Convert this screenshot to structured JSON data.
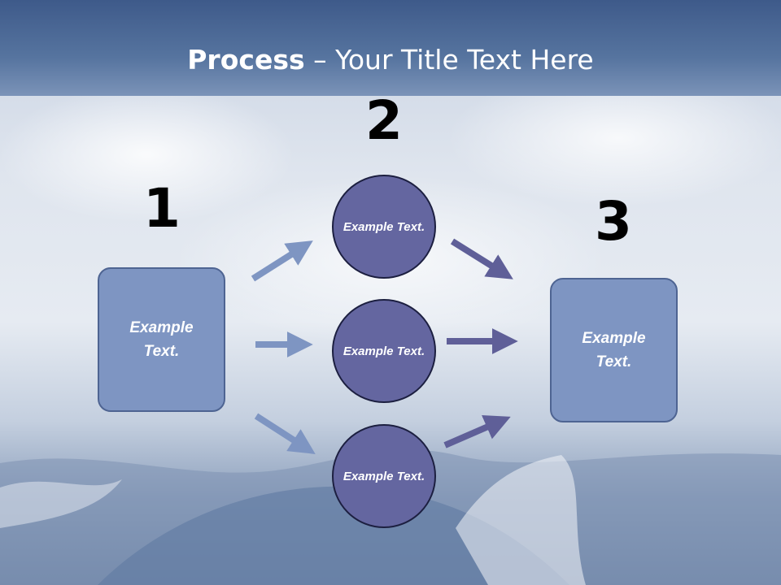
{
  "slide": {
    "title_bold": "Process",
    "title_sep": " – ",
    "title_rest": "Your Title Text Here"
  },
  "steps": [
    {
      "number": "1",
      "text": "Example Text."
    },
    {
      "number": "2",
      "text": "Example Text."
    },
    {
      "number": "3",
      "text": "Example Text."
    }
  ],
  "middle_items": [
    {
      "text": "Example Text."
    },
    {
      "text": "Example Text."
    },
    {
      "text": "Example Text."
    }
  ],
  "colors": {
    "header": "#56749f",
    "box_fill": "#7e95c2",
    "circle_fill": "#6466a0",
    "arrow_light": "#7e95c2",
    "arrow_dark": "#5f5f98"
  }
}
